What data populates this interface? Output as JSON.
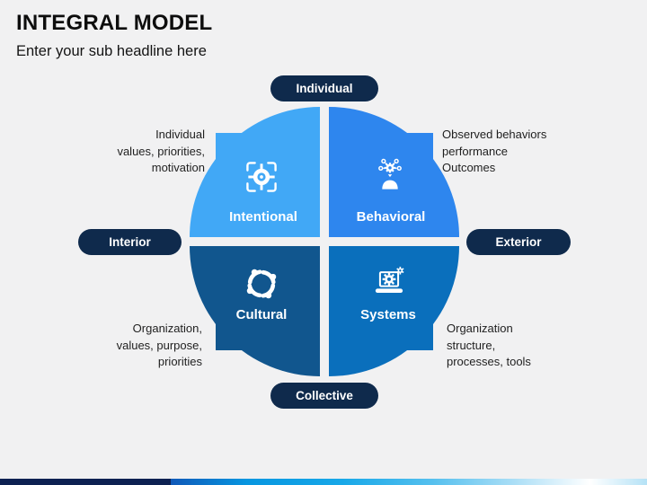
{
  "slide": {
    "title": "INTEGRAL MODEL",
    "subtitle": "Enter your sub headline here"
  },
  "axes": {
    "top": "Individual",
    "bottom": "Collective",
    "left": "Interior",
    "right": "Exterior"
  },
  "quadrants": [
    {
      "label": "Intentional",
      "icon": "target-focus-icon",
      "color": "#41a8f6",
      "note_lines": [
        "Individual",
        "values, priorities,",
        "motivation"
      ]
    },
    {
      "label": "Behavioral",
      "icon": "person-gears-network-icon",
      "color": "#2e86ee",
      "note_lines": [
        "Observed behaviors",
        "performance",
        "Outcomes"
      ]
    },
    {
      "label": "Cultural",
      "icon": "team-swirl-icon",
      "color": "#11568e",
      "note_lines": [
        "Organization,",
        "values, purpose,",
        "priorities"
      ]
    },
    {
      "label": "Systems",
      "icon": "laptop-gears-icon",
      "color": "#0a6fbc",
      "note_lines": [
        "Organization",
        "structure,",
        "processes, tools"
      ]
    }
  ],
  "colors": {
    "background": "#f1f1f2",
    "pill_bg": "#0f2a4c",
    "pill_text": "#ffffff",
    "bar_navy": "#0d2152",
    "bar_blue": "#0796e0",
    "bar_cyan": "#18a8e8",
    "note_text": "#1f1f1f"
  }
}
